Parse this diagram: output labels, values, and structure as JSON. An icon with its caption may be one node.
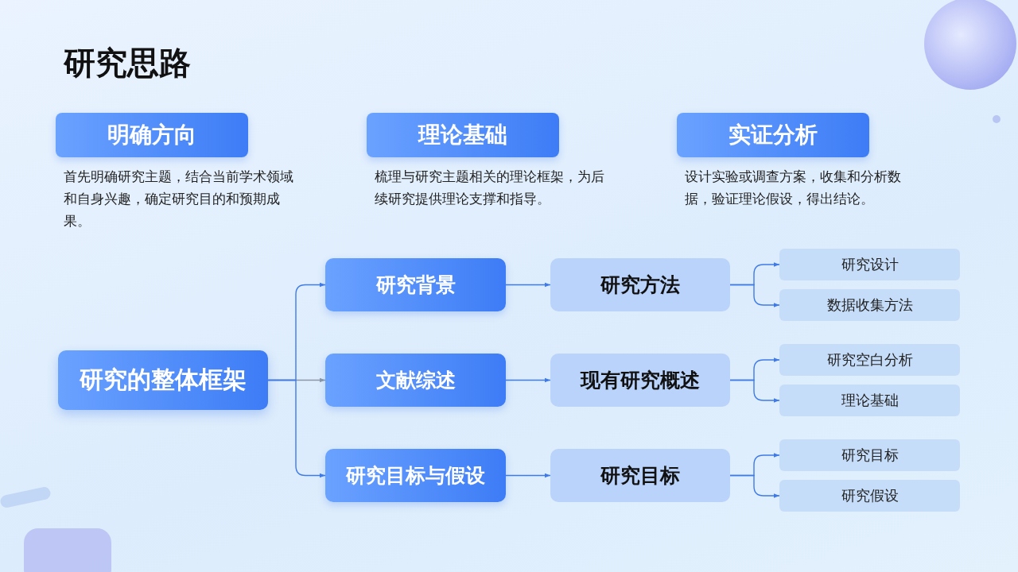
{
  "diagram": {
    "title": "研究思路",
    "nodes": [
      {
        "text": [
          "明确方向"
        ],
        "beside": [
          "首先明确研究主题，结合当前学术领域和自身兴趣，确定研究目的和预期成果。"
        ]
      },
      {
        "text": [
          "理论基础"
        ],
        "beside": [
          "梳理与研究主题相关的理论框架，为后续研究提供理论支撑和指导。"
        ]
      },
      {
        "text": [
          "实证分析"
        ],
        "beside": [
          "设计实验或调查方案，收集和分析数据，验证理论假设，得出结论。"
        ]
      },
      {
        "text": [
          "研究的整体框架"
        ]
      },
      {
        "text": [
          "研究背景"
        ]
      },
      {
        "text": [
          "文献综述"
        ]
      },
      {
        "text": [
          "研究目标与假设"
        ]
      },
      {
        "text": [
          "研究方法"
        ]
      },
      {
        "text": [
          "现有研究概述"
        ]
      },
      {
        "text": [
          "研究目标"
        ]
      },
      {
        "text": [
          "研究设计"
        ]
      },
      {
        "text": [
          "数据收集方法"
        ]
      },
      {
        "text": [
          "研究空白分析"
        ]
      },
      {
        "text": [
          "理论基础"
        ]
      },
      {
        "text": [
          "研究目标"
        ]
      },
      {
        "text": [
          "研究假设"
        ]
      }
    ],
    "edges": [
      {
        "from": 3,
        "to": 4,
        "arrow": "to"
      },
      {
        "from": 3,
        "to": 5,
        "arrow": "to",
        "color": "#8a97a8"
      },
      {
        "from": 3,
        "to": 6,
        "arrow": "to"
      },
      {
        "from": 4,
        "to": 7,
        "arrow": "to"
      },
      {
        "from": 5,
        "to": 8,
        "arrow": "to"
      },
      {
        "from": 6,
        "to": 9,
        "arrow": "to"
      },
      {
        "from": 7,
        "to": 10,
        "arrow": "to"
      },
      {
        "from": 7,
        "to": 11,
        "arrow": "to"
      },
      {
        "from": 8,
        "to": 12,
        "arrow": "to"
      },
      {
        "from": 8,
        "to": 13,
        "arrow": "to"
      },
      {
        "from": 9,
        "to": 14,
        "arrow": "to"
      },
      {
        "from": 9,
        "to": 15,
        "arrow": "to"
      }
    ]
  }
}
